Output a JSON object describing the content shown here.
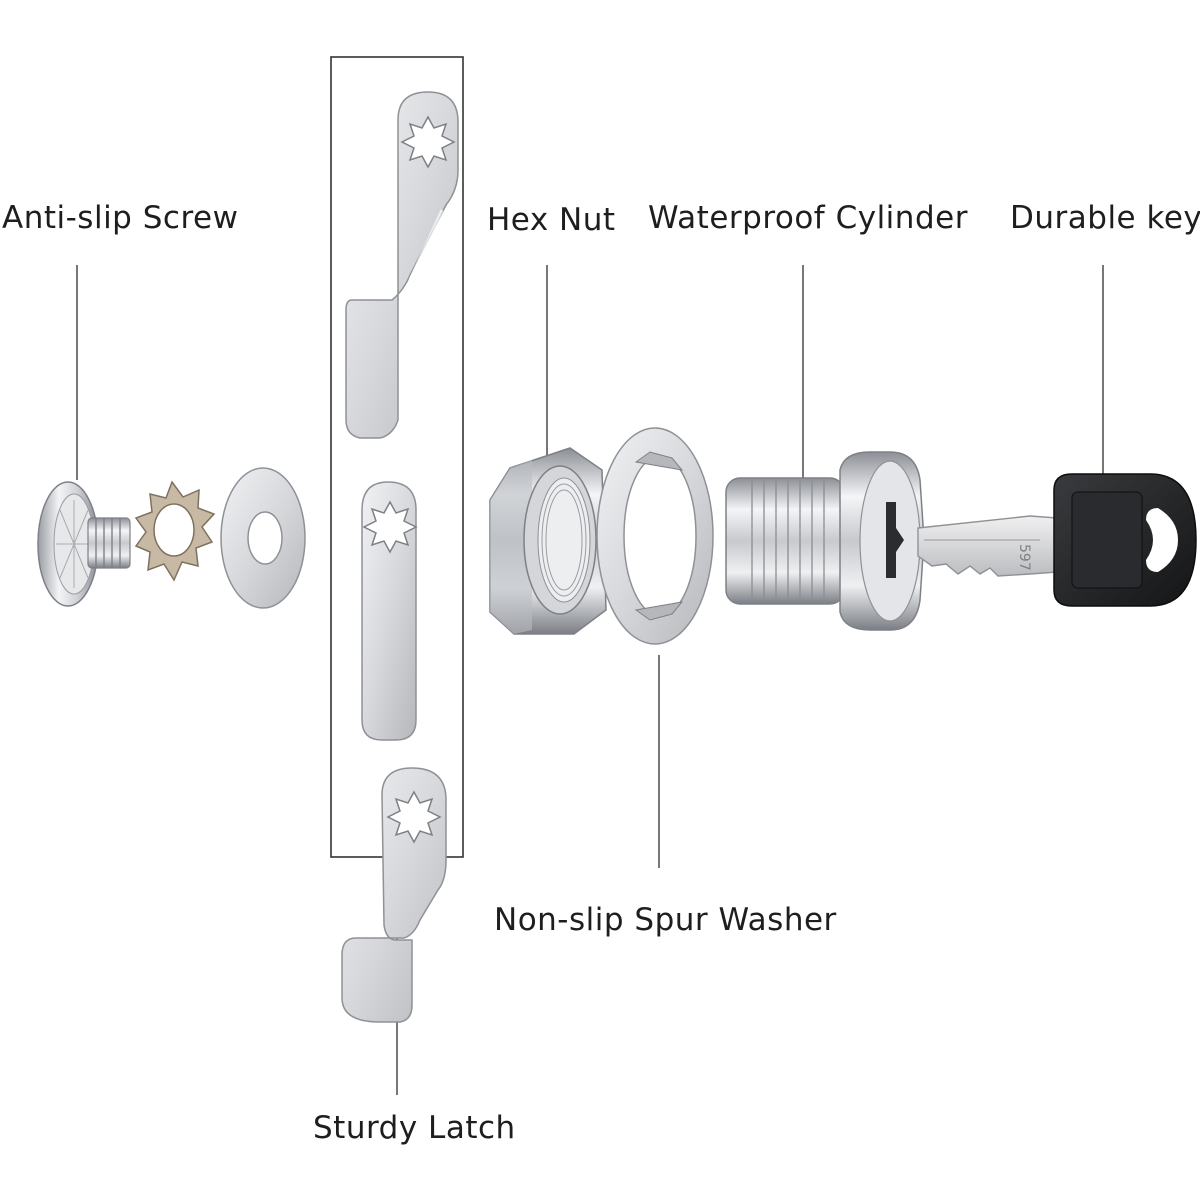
{
  "labels": {
    "anti_slip_screw": "Anti-slip Screw",
    "hex_nut": "Hex Nut",
    "waterproof_cylinder": "Waterproof Cylinder",
    "durable_key": "Durable key",
    "non_slip_spur_washer": "Non-slip Spur Washer",
    "sturdy_latch": "Sturdy Latch"
  },
  "key_stamp": "597",
  "colors": {
    "background": "#ffffff",
    "text": "#1e1e1e",
    "leader_line": "#555555",
    "metal_light": "#f2f3f5",
    "metal_mid": "#c9cbcf",
    "metal_dark": "#7d8086",
    "key_head": "#1f2022",
    "key_blade": "#d9dadc"
  }
}
